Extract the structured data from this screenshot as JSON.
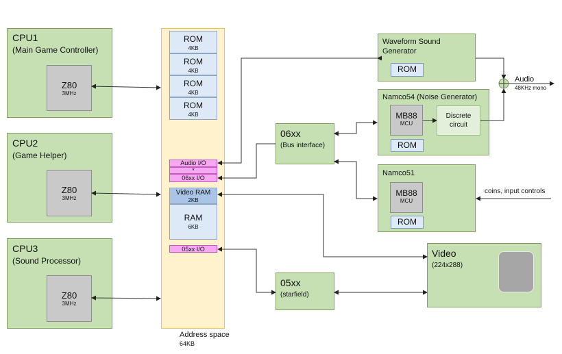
{
  "cpu1": {
    "title": "CPU1",
    "subtitle": "(Main Game Controller)",
    "chip": "Z80",
    "clock": "3MHz"
  },
  "cpu2": {
    "title": "CPU2",
    "subtitle": "(Game Helper)",
    "chip": "Z80",
    "clock": "3MHz"
  },
  "cpu3": {
    "title": "CPU3",
    "subtitle": "(Sound Processor)",
    "chip": "Z80",
    "clock": "3MHz"
  },
  "address_space": {
    "roms": [
      {
        "label": "ROM",
        "size": "4KB"
      },
      {
        "label": "ROM",
        "size": "4KB"
      },
      {
        "label": "ROM",
        "size": "4KB"
      },
      {
        "label": "ROM",
        "size": "4KB"
      }
    ],
    "audio_io": "Audio I/O",
    "star": "*",
    "io_06xx": "06xx I/O",
    "video_ram": {
      "label": "Video RAM",
      "size": "2KB"
    },
    "ram": {
      "label": "RAM",
      "size": "6KB"
    },
    "io_05xx": "05xx I/O",
    "caption": "Address space",
    "caption_size": "64KB"
  },
  "bus_06xx": {
    "title": "06xx",
    "subtitle": "(Bus interface)"
  },
  "star_05xx": {
    "title": "05xx",
    "subtitle": "(starfield)"
  },
  "waveform": {
    "title": "Waveform Sound",
    "title2": "Generator",
    "rom": "ROM"
  },
  "namco54": {
    "title": "Namco54",
    "subtitle": "(Noise Generator)",
    "chip": "MB88",
    "chip_sub": "MCU",
    "discrete": "Discrete",
    "discrete2": "circuit",
    "rom": "ROM"
  },
  "namco51": {
    "title": "Namco51",
    "chip": "MB88",
    "chip_sub": "MCU",
    "rom": "ROM"
  },
  "video": {
    "title": "Video",
    "subtitle": "(224x288)"
  },
  "audio": {
    "label": "Audio",
    "detail": "48KHz mono"
  },
  "inputs": {
    "label": "coins, input controls"
  },
  "colors": {
    "block": "#c6e0b4",
    "memory": "#dde9f6",
    "io": "#f7a8f2",
    "address_space": "#fff2cc",
    "chip": "#c9c9c9"
  }
}
